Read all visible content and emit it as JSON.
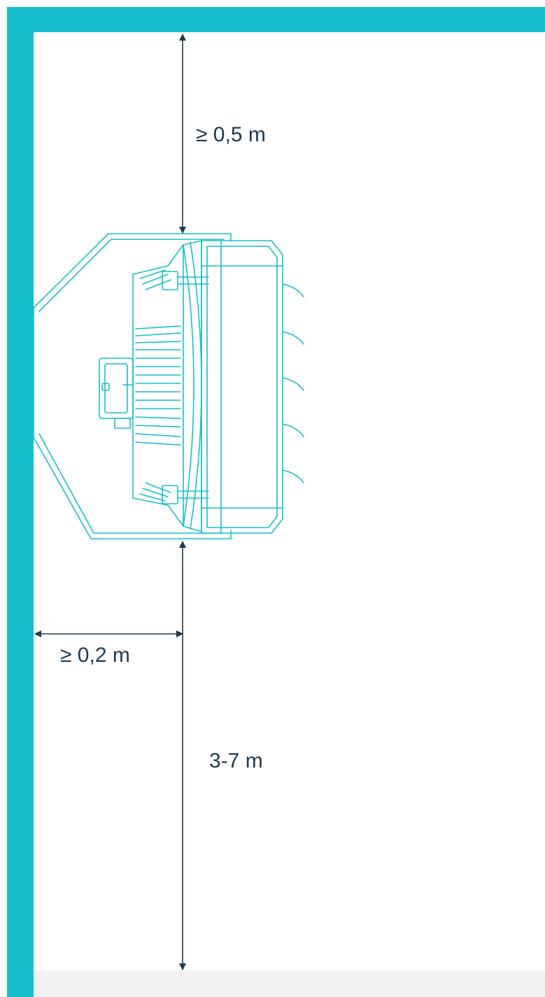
{
  "colors": {
    "wall": "#17bfcc",
    "heater_outline": "#17bfcc",
    "dimension_line": "#1d3a4f",
    "floor": "#f2f2f2",
    "text": "#1d3a4f"
  },
  "dimensions": {
    "ceiling_clearance": "≥ 0,5 m",
    "wall_clearance": "≥ 0,2 m",
    "mounting_height": "3-7 m"
  },
  "icons": {
    "heater": "wall-mounted-heater-icon",
    "arrow": "double-arrow-icon"
  }
}
